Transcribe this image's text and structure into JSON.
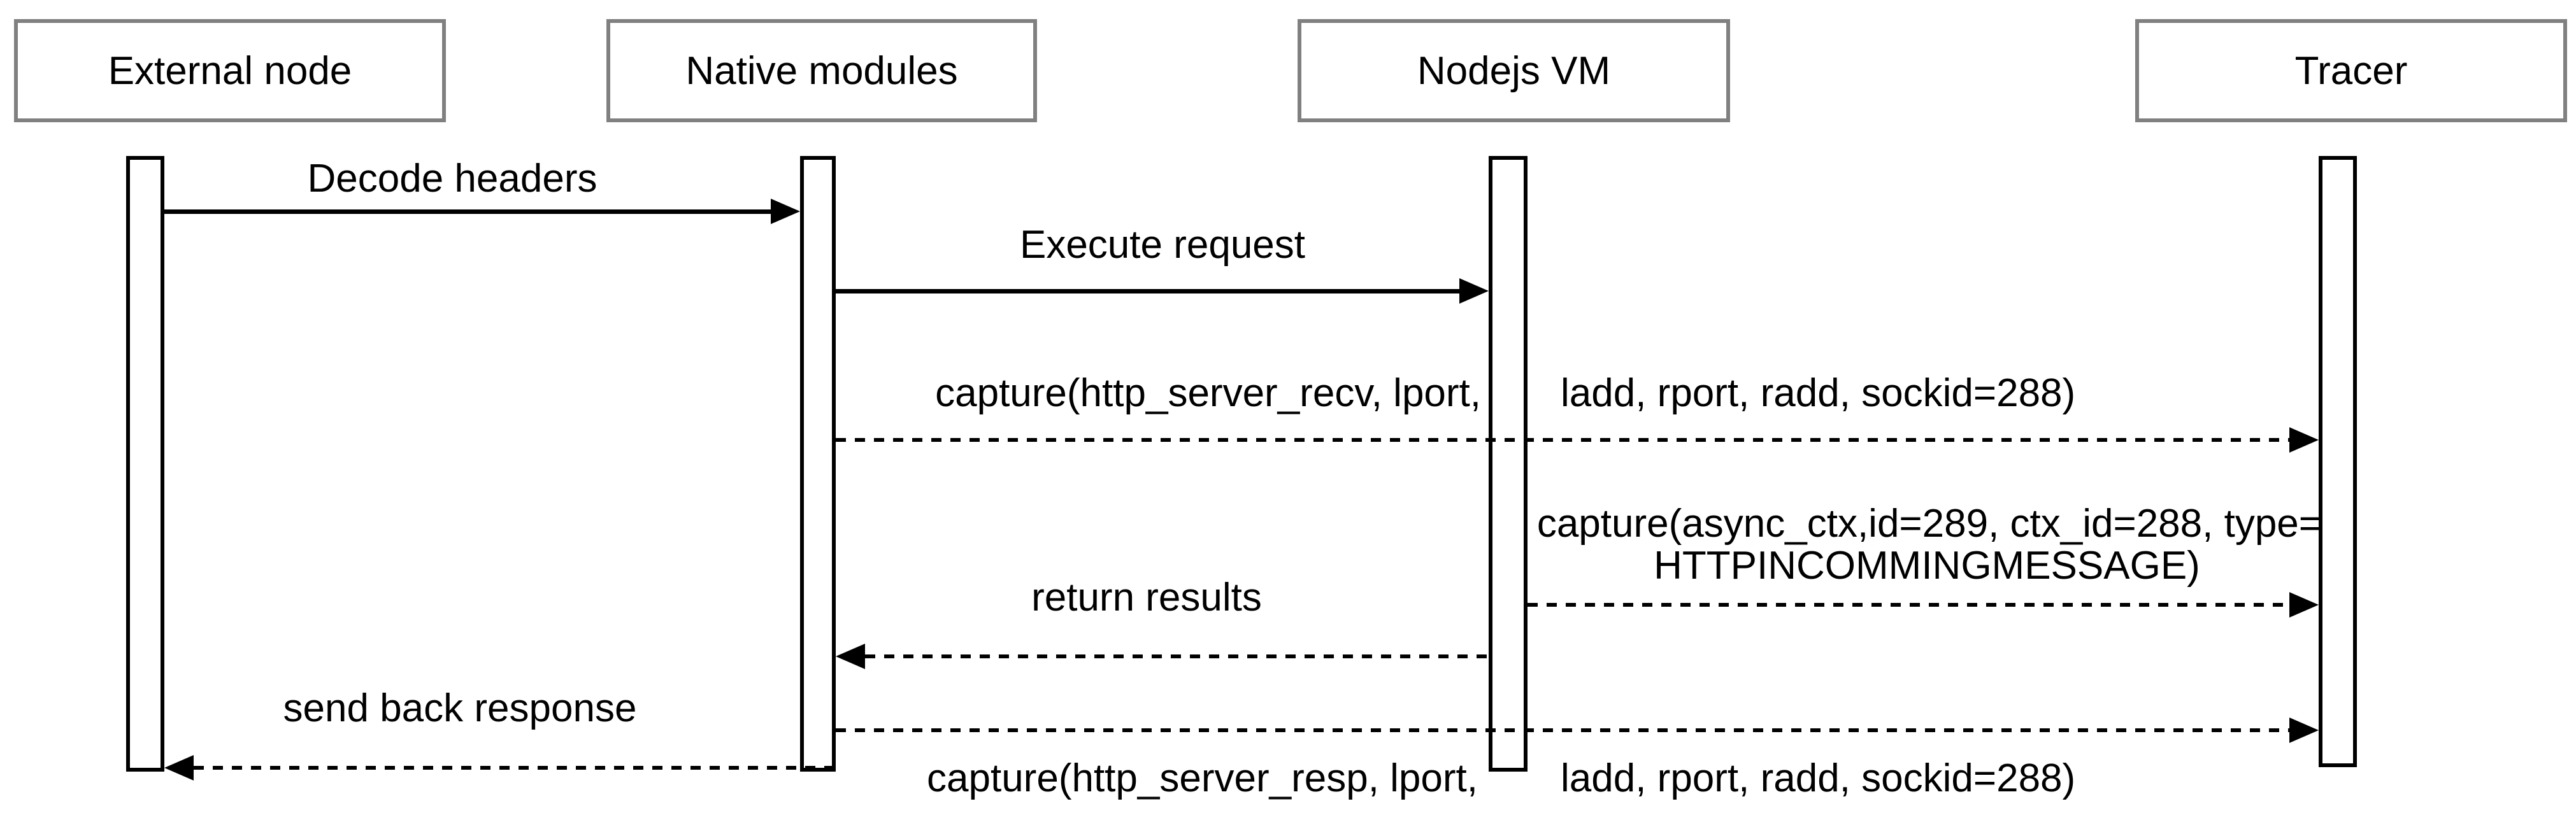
{
  "diagram": {
    "type": "uml-sequence",
    "colors": {
      "background": "#ffffff",
      "actor_box_border": "#808080",
      "line": "#000000",
      "text": "#000000"
    },
    "actors": [
      {
        "label": "External node"
      },
      {
        "label": "Native modules"
      },
      {
        "label": "Nodejs VM"
      },
      {
        "label": "Tracer"
      }
    ],
    "messages": [
      {
        "label": "Decode headers",
        "from": "External node",
        "to": "Native modules",
        "style": "solid"
      },
      {
        "label": "Execute request",
        "from": "Native modules",
        "to": "Nodejs VM",
        "style": "solid"
      },
      {
        "label_left": "capture(http_server_recv, lport,",
        "label_right": "ladd, rport, radd, sockid=288)",
        "from": "Native modules",
        "to": "Tracer",
        "style": "dashed"
      },
      {
        "label_line1": "capture(async_ctx,id=289, ctx_id=288, type=",
        "label_line2": "HTTPINCOMMINGMESSAGE)",
        "from": "Nodejs VM",
        "to": "Tracer",
        "style": "dashed"
      },
      {
        "label": "return results",
        "from": "Nodejs VM",
        "to": "Native modules",
        "style": "dashed"
      },
      {
        "label": "send back response",
        "from": "Native modules",
        "to": "External node",
        "style": "dashed"
      },
      {
        "label_left": "capture(http_server_resp, lport,",
        "label_right": "ladd, rport, radd, sockid=288)",
        "from": "Native modules",
        "to": "Tracer",
        "style": "dashed"
      }
    ]
  }
}
